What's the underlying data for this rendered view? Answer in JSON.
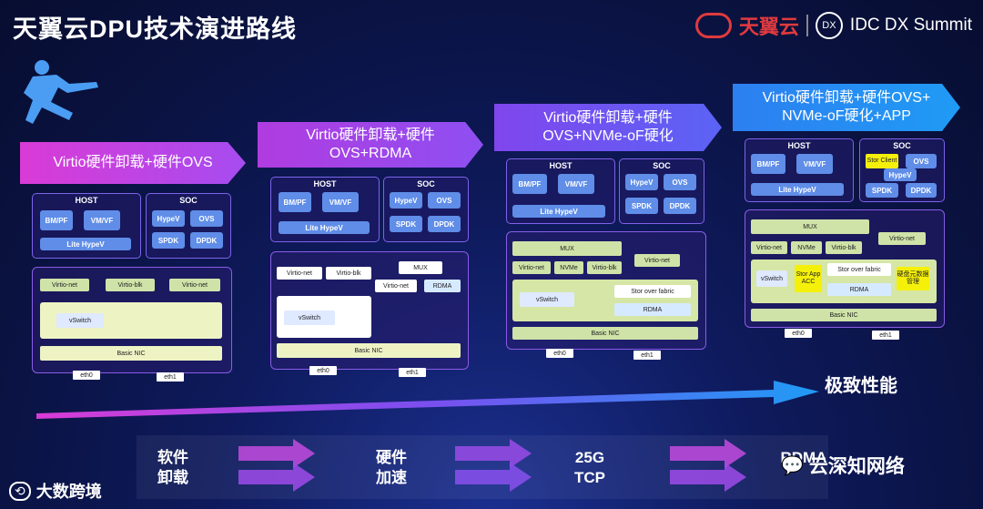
{
  "title": "天翼云DPU技术演进路线",
  "brand": {
    "name": "天翼云",
    "event": "IDC DX Summit",
    "dx_icon_label": "DX"
  },
  "stages": [
    {
      "header": [
        "Virtio硬件卸载+硬件OVS"
      ],
      "host": {
        "label": "HOST",
        "bm": "BM/PF",
        "vm": "VM/VF",
        "hypev": "Lite HypeV"
      },
      "soc": {
        "label": "SOC",
        "items": [
          "HypeV",
          "OVS",
          "SPDK",
          "DPDK"
        ]
      },
      "nic": {
        "items": [
          "Virtio-net",
          "Virtio-blk",
          "Virtio-net"
        ],
        "vswitch": "vSwitch",
        "basic": "Basic NIC"
      },
      "eth": [
        "eth0",
        "eth1"
      ]
    },
    {
      "header": [
        "Virtio硬件卸载+硬件",
        "OVS+RDMA"
      ],
      "host": {
        "label": "HOST",
        "bm": "BM/PF",
        "vm": "VM/VF",
        "hypev": "Lite HypeV"
      },
      "soc": {
        "label": "SOC",
        "items": [
          "HypeV",
          "OVS",
          "SPDK",
          "DPDK"
        ]
      },
      "nic": {
        "items": [
          "Virtio-net",
          "Virtio-blk",
          "MUX",
          "Virtio-net",
          "RDMA"
        ],
        "vswitch": "vSwitch",
        "basic": "Basic NIC"
      },
      "eth": [
        "eth0",
        "eth1"
      ]
    },
    {
      "header": [
        "Virtio硬件卸载+硬件",
        "OVS+NVMe-oF硬化"
      ],
      "host": {
        "label": "HOST",
        "bm": "BM/PF",
        "vm": "VM/VF",
        "hypev": "Lite HypeV"
      },
      "soc": {
        "label": "SOC",
        "items": [
          "HypeV",
          "OVS",
          "SPDK",
          "DPDK"
        ]
      },
      "nic": {
        "items": [
          "MUX",
          "Virtio-net",
          "Virtio-net",
          "NVMe",
          "Virtio-blk",
          "Stor over fabric",
          "RDMA"
        ],
        "vswitch": "vSwitch",
        "basic": "Basic NIC"
      },
      "eth": [
        "eth0",
        "eth1"
      ]
    },
    {
      "header": [
        "Virtio硬件卸载+硬件OVS+",
        "NVMe-oF硬化+APP"
      ],
      "host": {
        "label": "HOST",
        "bm": "BM/PF",
        "vm": "VM/VF",
        "hypev": "Lite HypeV"
      },
      "soc": {
        "label": "SOC",
        "items": [
          "Stor Client",
          "OVS",
          "HypeV",
          "SPDK",
          "DPDK"
        ]
      },
      "nic": {
        "items": [
          "MUX",
          "Virtio-net",
          "NVMe",
          "Virtio-blk",
          "Virtio-net",
          "Stor App ACC",
          "Stor over fabric",
          "RDMA",
          "硬盘元数据管理"
        ],
        "vswitch": "vSwitch",
        "basic": "Basic NIC"
      },
      "eth": [
        "eth0",
        "eth1"
      ]
    }
  ],
  "perf_label": "极致性能",
  "bottom": [
    {
      "line1": "软件",
      "line2": "卸载"
    },
    {
      "line1": "硬件",
      "line2": "加速"
    },
    {
      "line1": "25G",
      "line2": "TCP"
    },
    {
      "line1": "",
      "line2": "RDMA"
    }
  ],
  "watermarks": {
    "left": "大数跨境",
    "right": "云深知网络"
  },
  "colors": {
    "accent_pink": "#d93bd6",
    "accent_blue": "#1f9bf5",
    "tile_blue": "#5f8de8",
    "highlight_yellow": "#f5f00a"
  }
}
